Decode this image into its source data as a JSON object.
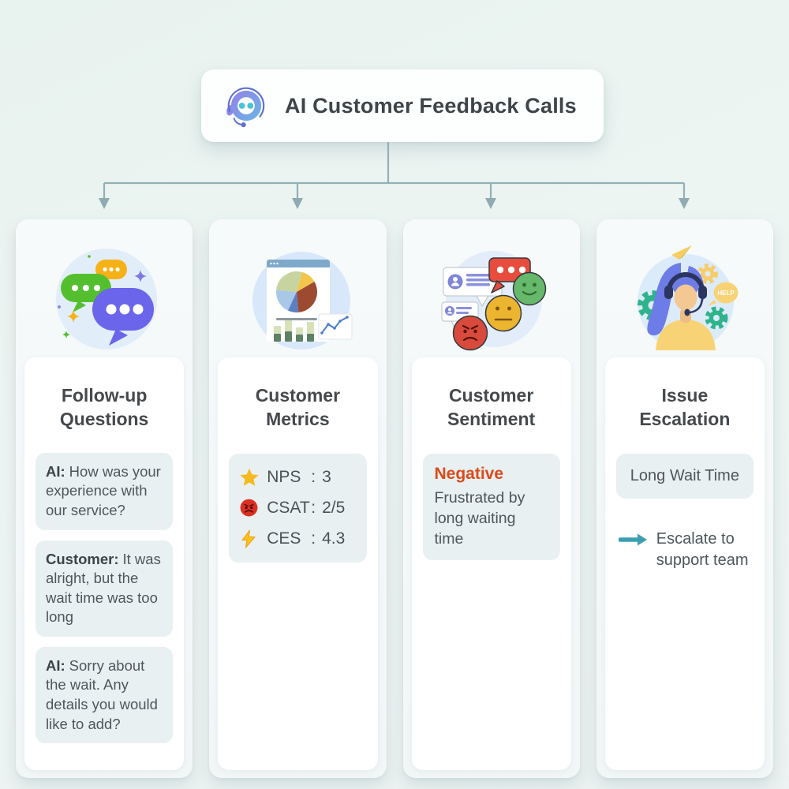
{
  "page": {
    "background_color": "#ecf4f1"
  },
  "header": {
    "title": "AI Customer Feedback Calls",
    "icon": "robot-headset-icon"
  },
  "connector": {
    "color": "#93b0b6"
  },
  "colors": {
    "negative_label": "#dc4a18",
    "escalate_arrow": "#3b9fb1",
    "card_box": "#e9f0f2",
    "title_text": "#45494c",
    "body_text": "#4d575b"
  },
  "cards": [
    {
      "title": "Follow-up Questions",
      "illustration": "chat-bubbles-illustration",
      "messages": [
        {
          "speaker": "AI:",
          "text": "How was your experience with our service?"
        },
        {
          "speaker": "Customer:",
          "text": "It was alright, but the wait time was too long"
        },
        {
          "speaker": "AI:",
          "text": "Sorry about the wait. Any details you would like to add?"
        }
      ]
    },
    {
      "title": "Customer Metrics",
      "illustration": "analytics-dashboard-illustration",
      "metrics": [
        {
          "icon": "star-icon",
          "label": "NPS",
          "colon": ":",
          "value": "3"
        },
        {
          "icon": "angry-face-icon",
          "label": "CSAT",
          "colon": ":",
          "value": "2/5"
        },
        {
          "icon": "lightning-bolt-icon",
          "label": "CES",
          "colon": ":",
          "value": "4.3"
        }
      ]
    },
    {
      "title": "Customer Sentiment",
      "illustration": "sentiment-faces-illustration",
      "sentiment": {
        "label": "Negative",
        "description": "Frustrated by long waiting time"
      }
    },
    {
      "title": "Issue Escalation",
      "illustration": "support-agent-illustration",
      "illustration_text": "HELP",
      "issue": "Long Wait Time",
      "action": "Escalate to support team"
    }
  ]
}
